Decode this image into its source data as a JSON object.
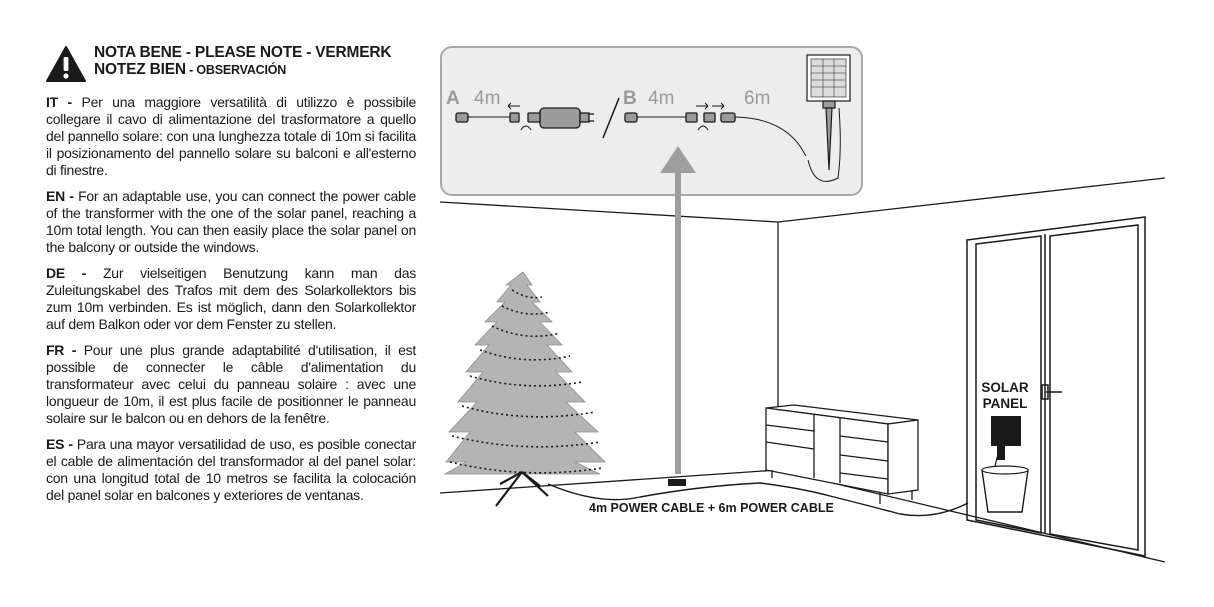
{
  "notice": {
    "title_line1": "NOTA BENE - PLEASE NOTE - VERMERK",
    "title_line2": "NOTEZ BIEN",
    "title_line2_small": " - OBSERVACIÓN"
  },
  "paragraphs": [
    {
      "code": "IT -",
      "text": " Per una maggiore versatilità di utilizzo è possibile collegare il cavo di alimentazione del trasformatore a quello del pannello solare: con una lunghezza totale di 10m si facilita il posizionamento del pannello solare su balconi e all'esterno di finestre."
    },
    {
      "code": "EN -",
      "text": " For an adaptable use, you can connect the power cable of the transformer with the one of the solar panel, reaching a 10m total length. You can then easily place the solar panel on the balcony or outside the windows."
    },
    {
      "code": "DE -",
      "text": " Zur vielseitigen Benutzung kann man das Zuleitungskabel des Trafos mit dem des Solarkollektors bis zum 10m verbinden. Es ist möglich, dann den Solarkollektor auf dem Balkon oder vor dem Fenster zu stellen."
    },
    {
      "code": "FR -",
      "text": " Pour une plus grande adaptabilité d'utilisation, il est possible de connecter le câble d'alimentation du transformateur avec celui du panneau solaire : avec une longueur de 10m, il est plus facile de positionner le panneau solaire sur le balcon ou en dehors de la fenêtre."
    },
    {
      "code": "ES -",
      "text": " Para una mayor versatilidad de uso, es posible conectar el cable de alimentación del transformador al del panel solar: con una longitud total de 10 metros se facilita la colocación del panel solar en balcones y exteriores de ventanas."
    }
  ],
  "diagram": {
    "label_a": "A",
    "length_a": "4m",
    "label_b": "B",
    "length_b": "4m",
    "length_solar": "6m",
    "solar_label_line1": "SOLAR",
    "solar_label_line2": "PANEL",
    "cable_caption": "4m POWER CABLE + 6m POWER CABLE"
  },
  "colors": {
    "ink": "#1a1a1a",
    "callout_fill": "#ededed",
    "callout_stroke": "#a8a8a8",
    "callout_ink": "#9a9a9a",
    "tree_fill": "#b4b4b4",
    "arrow": "#9d9d9d"
  }
}
